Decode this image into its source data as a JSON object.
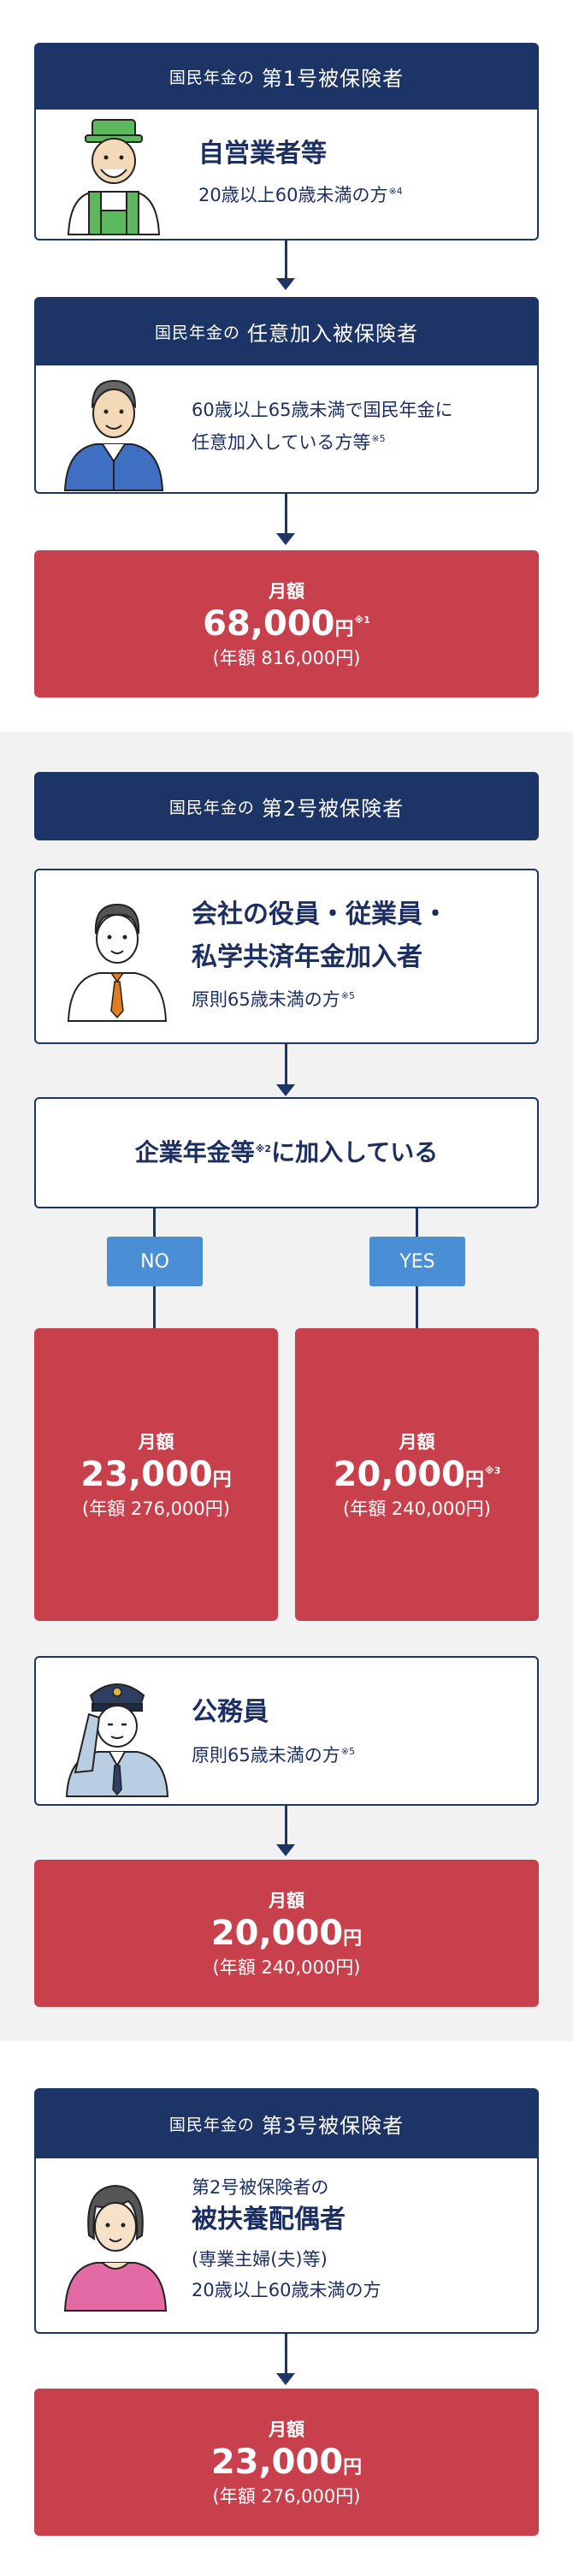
{
  "sec1": {
    "header_prefix": "国民年金の",
    "header_main": "第1号被保険者",
    "card_title": "自営業者等",
    "card_sub": "20歳以上60歳未満の方",
    "card_sub_note": "※4"
  },
  "sec1b": {
    "header_prefix": "国民年金の",
    "header_main": "任意加入被保険者",
    "line1": "60歳以上65歳未満で国民年金に",
    "line2": "任意加入している方等",
    "line2_note": "※5"
  },
  "sec1_result": {
    "label": "月額",
    "amount": "68,000",
    "yen": "円",
    "note": "※1",
    "annual": "(年額 816,000円)"
  },
  "sec2": {
    "header_prefix": "国民年金の",
    "header_main": "第2号被保険者",
    "card_title1": "会社の役員・従業員・",
    "card_title2": "私学共済年金加入者",
    "card_sub": "原則65歳未満の方",
    "card_sub_note": "※5",
    "question": "企業年金等",
    "question_note": "※2",
    "question_tail": "に加入している",
    "no_label": "NO",
    "yes_label": "YES",
    "no_result": {
      "label": "月額",
      "amount": "23,000",
      "yen": "円",
      "annual": "(年額 276,000円)"
    },
    "yes_result": {
      "label": "月額",
      "amount": "20,000",
      "yen": "円",
      "note": "※3",
      "annual": "(年額 240,000円)"
    },
    "civil_title": "公務員",
    "civil_sub": "原則65歳未満の方",
    "civil_note": "※5",
    "civil_result": {
      "label": "月額",
      "amount": "20,000",
      "yen": "円",
      "annual": "(年額 240,000円)"
    }
  },
  "sec3": {
    "header_prefix": "国民年金の",
    "header_main": "第3号被保険者",
    "line1": "第2号被保険者の",
    "title": "被扶養配偶者",
    "line3": "(専業主婦(夫)等)",
    "line4": "20歳以上60歳未満の方",
    "result": {
      "label": "月額",
      "amount": "23,000",
      "yen": "円",
      "annual": "(年額 276,000円)"
    }
  },
  "colors": {
    "navy": "#1c3566",
    "red": "#c8404c",
    "blue": "#4a8fd6",
    "gray_bg": "#f2f2f2"
  },
  "icons": [
    "self-employed-person-icon",
    "elderly-worker-icon",
    "office-worker-icon",
    "police-officer-icon",
    "spouse-person-icon"
  ]
}
